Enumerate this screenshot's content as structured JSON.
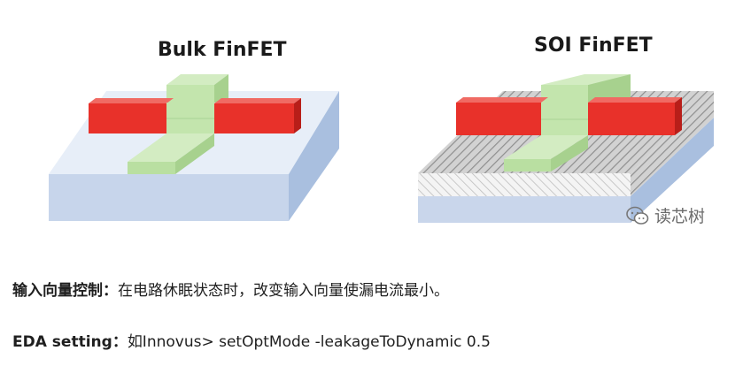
{
  "figure": {
    "bulk_title": "Bulk FinFET",
    "soi_title": "SOI FinFET",
    "watermark_text": "读芯树",
    "colors": {
      "substrate_top": "#e6edf7",
      "substrate_front": "#c7d5ea",
      "substrate_side": "#a9bedd",
      "gate_red": "#e8302a",
      "gate_red_dark": "#b91f1a",
      "fin_green": "#bfe3a8",
      "fin_green_dark": "#9ccc82",
      "oxide_gray": "#b8b8b8"
    }
  },
  "text": {
    "line1_label": "输入向量控制",
    "line1_colon": "：",
    "line1_body": "在电路休眠状态时，改变输入向量使漏电流最小。",
    "line2_label": "EDA setting",
    "line2_colon": "：",
    "line2_body": "如Innovus> setOptMode -leakageToDynamic 0.5"
  }
}
